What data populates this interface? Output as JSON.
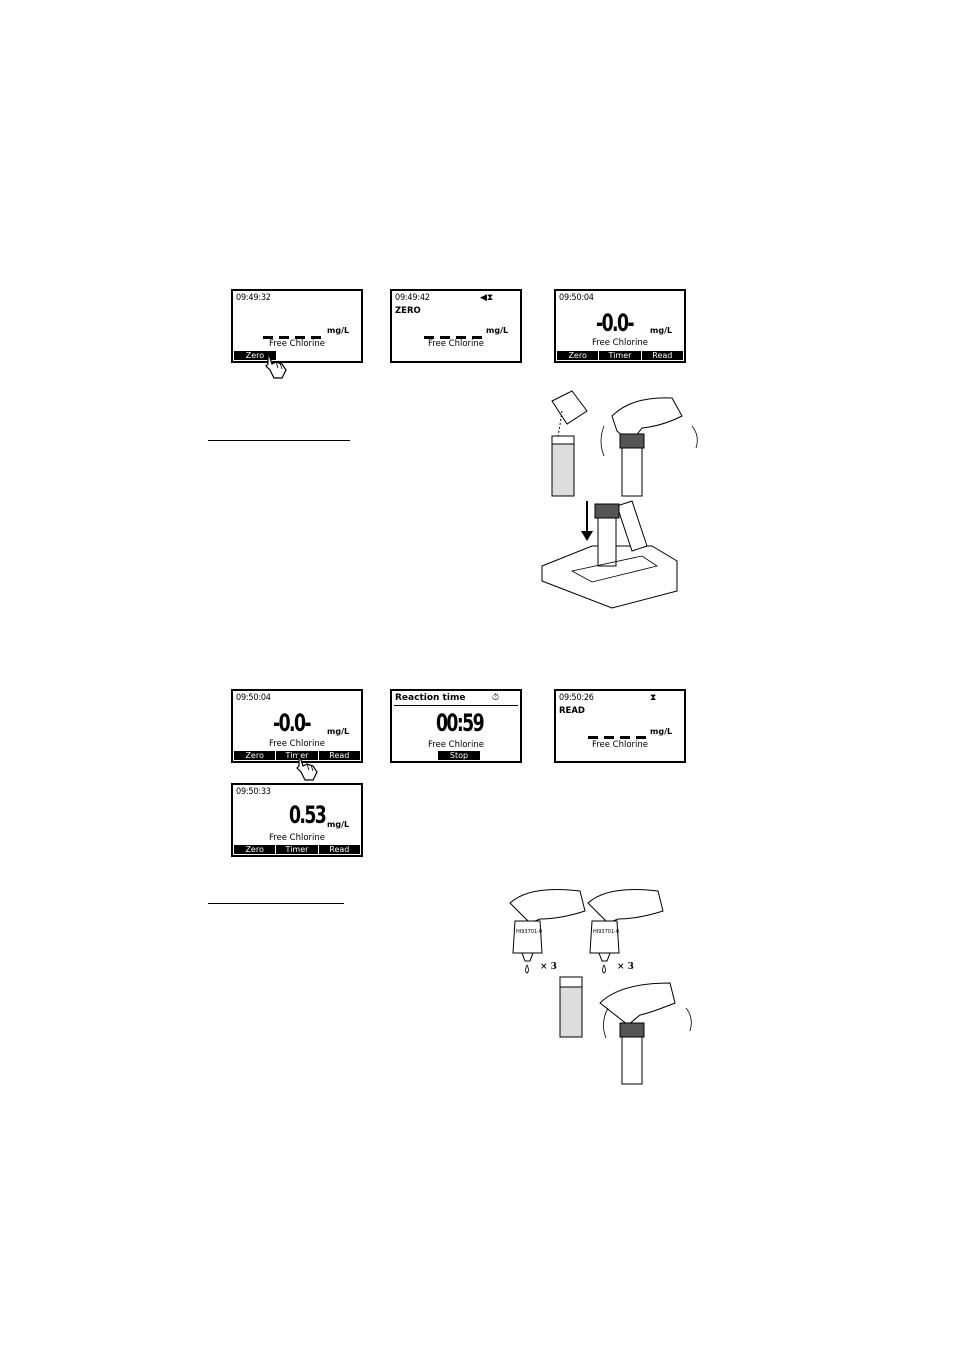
{
  "row1": {
    "screen1": {
      "time": "09:49:32",
      "unit": "mg/L",
      "param": "Free Chlorine",
      "key": "Zero"
    },
    "screen2": {
      "time": "09:49:42",
      "status": "ZERO",
      "unit": "mg/L",
      "param": "Free Chlorine"
    },
    "screen3": {
      "time": "09:50:04",
      "value": "-0.0-",
      "unit": "mg/L",
      "param": "Free Chlorine",
      "keys": [
        "Zero",
        "Timer",
        "Read"
      ]
    }
  },
  "row2": {
    "screen1": {
      "time": "09:50:04",
      "value": "-0.0-",
      "unit": "mg/L",
      "param": "Free Chlorine",
      "keys": [
        "Zero",
        "Timer",
        "Read"
      ]
    },
    "screen2": {
      "title": "Reaction time",
      "countdown": "00:59",
      "param": "Free Chlorine",
      "key": "Stop"
    },
    "screen3": {
      "time": "09:50:26",
      "status": "READ",
      "unit": "mg/L",
      "param": "Free Chlorine"
    },
    "screen4": {
      "time": "09:50:33",
      "value": "0.53",
      "unit": "mg/L",
      "param": "Free Chlorine",
      "keys": [
        "Zero",
        "Timer",
        "Read"
      ]
    }
  },
  "illustration1": {
    "label_left": "",
    "label_right": ""
  },
  "illustration2": {
    "bottle1_label": "HI93701-0",
    "bottle2_label": "HI93701-0",
    "drops1": "× 3",
    "drops2": "× 3"
  }
}
